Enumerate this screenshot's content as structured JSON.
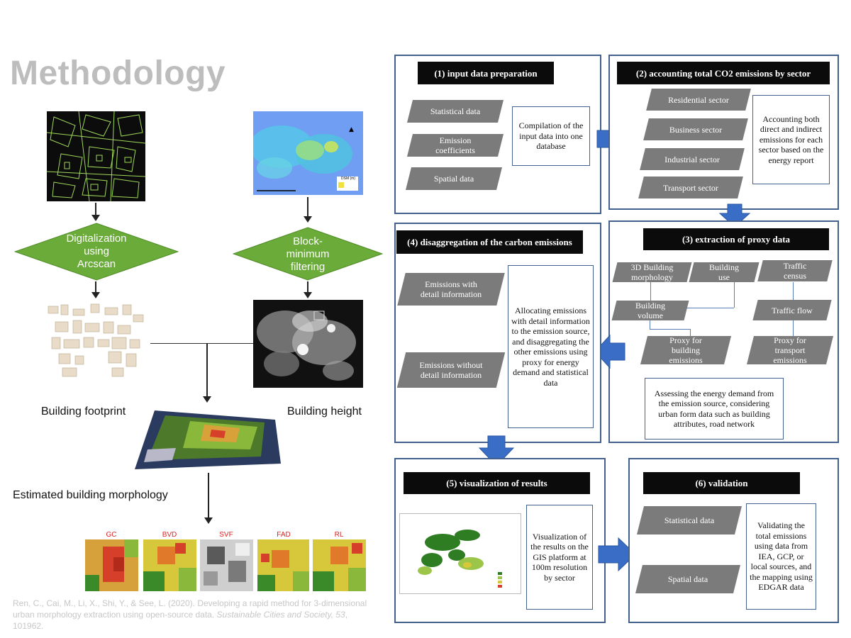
{
  "left": {
    "title": "Methodology",
    "diamond1": [
      "Digitalization",
      "using",
      "Arcscan"
    ],
    "diamond2": [
      "Block-",
      "minimum",
      "filtering"
    ],
    "caption_footprint": "Building footprint",
    "caption_height": "Building height",
    "caption_morphology": "Estimated building morphology",
    "map_labels": [
      "GC",
      "BVD",
      "SVF",
      "FAD",
      "RL"
    ],
    "dsm_legend": "DSM (m)",
    "citation_plain": "Ren, C., Cai, M., Li, X., Shi, Y., & See, L. (2020). Developing a rapid method for 3-dimensional urban morphology extraction using open-source data. ",
    "citation_journal": "Sustainable Cities and Society, 53",
    "citation_end": ", 101962."
  },
  "diagram": {
    "p1": {
      "header": "(1) input data preparation",
      "inputs": [
        "Statistical data",
        "Emission coefficients",
        "Spatial data"
      ],
      "note": "Compilation of the input data into one database"
    },
    "p2": {
      "header": "(2) accounting total CO2 emissions by sector",
      "sectors": [
        "Residential sector",
        "Business sector",
        "Industrial sector",
        "Transport sector"
      ],
      "note": "Accounting both direct and indirect emissions for each sector based on the energy report"
    },
    "p3": {
      "header": "(3) extraction of proxy data",
      "items": {
        "morph": "3D Building morphology",
        "use": "Building use",
        "traffic_census": "Traffic census",
        "volume": "Building volume",
        "traffic_flow": "Traffic flow",
        "proxy_building": "Proxy for building emissions",
        "proxy_transport": "Proxy for transport emissions"
      },
      "note": "Assessing the energy demand from the emission source, considering urban form data such as building attributes, road network"
    },
    "p4": {
      "header": "(4) disaggregation of the carbon emissions",
      "inputs": [
        "Emissions with detail information",
        "Emissions without detail information"
      ],
      "note": "Allocating emissions with detail information to the emission source, and disaggregating the other emissions using proxy for energy demand and statistical data"
    },
    "p5": {
      "header": "(5) visualization of results",
      "note": "Visualization of the results on the GIS platform at 100m resolution by sector"
    },
    "p6": {
      "header": "(6) validation",
      "inputs": [
        "Statistical data",
        "Spatial data"
      ],
      "note": "Validating the total emissions using data from IEA, GCP, or local sources, and the mapping using EDGAR data"
    }
  }
}
